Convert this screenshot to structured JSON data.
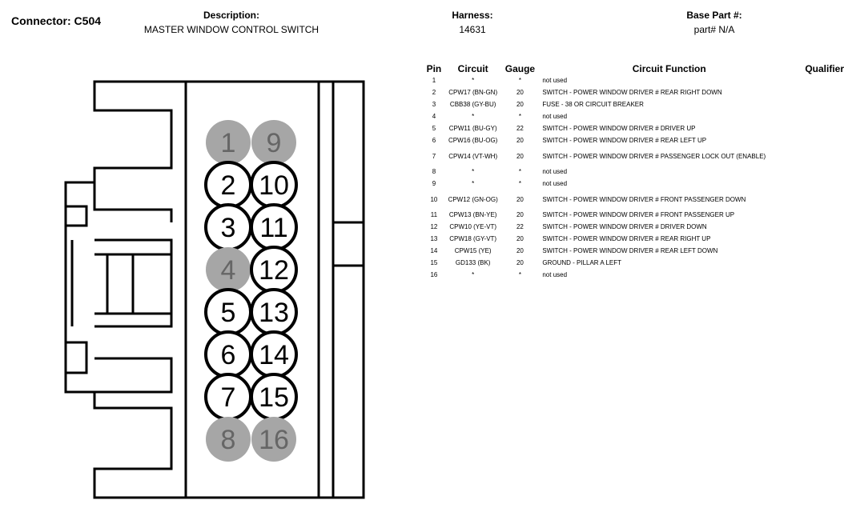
{
  "header": {
    "connector_label": "Connector: C504",
    "description_label": "Description:",
    "description_value": "MASTER WINDOW CONTROL SWITCH",
    "harness_label": "Harness:",
    "harness_value": "14631",
    "base_part_label": "Base Part #:",
    "base_part_value": "part# N/A"
  },
  "table": {
    "columns": [
      "Pin",
      "Circuit",
      "Gauge",
      "Circuit Function",
      "Qualifier"
    ],
    "rows": [
      {
        "pin": "1",
        "circuit": "*",
        "gauge": "*",
        "function": "not used"
      },
      {
        "pin": "2",
        "circuit": "CPW17 (BN-GN)",
        "gauge": "20",
        "function": "SWITCH - POWER WINDOW DRIVER # REAR RIGHT DOWN"
      },
      {
        "pin": "3",
        "circuit": "CBB38 (GY-BU)",
        "gauge": "20",
        "function": "FUSE - 38 OR CIRCUIT BREAKER"
      },
      {
        "pin": "4",
        "circuit": "*",
        "gauge": "*",
        "function": "not used"
      },
      {
        "pin": "5",
        "circuit": "CPW11 (BU-GY)",
        "gauge": "22",
        "function": "SWITCH - POWER WINDOW DRIVER # DRIVER UP"
      },
      {
        "pin": "6",
        "circuit": "CPW16 (BU-OG)",
        "gauge": "20",
        "function": "SWITCH - POWER WINDOW DRIVER # REAR LEFT UP"
      },
      {
        "pin": "7",
        "circuit": "CPW14 (VT-WH)",
        "gauge": "20",
        "function": "SWITCH - POWER WINDOW DRIVER # PASSENGER LOCK OUT (ENABLE)"
      },
      {
        "pin": "8",
        "circuit": "*",
        "gauge": "*",
        "function": "not used"
      },
      {
        "pin": "9",
        "circuit": "*",
        "gauge": "*",
        "function": "not used"
      },
      {
        "pin": "10",
        "circuit": "CPW12 (GN-OG)",
        "gauge": "20",
        "function": "SWITCH - POWER WINDOW DRIVER # FRONT PASSENGER DOWN"
      },
      {
        "pin": "11",
        "circuit": "CPW13 (BN-YE)",
        "gauge": "20",
        "function": "SWITCH - POWER WINDOW DRIVER # FRONT PASSENGER UP"
      },
      {
        "pin": "12",
        "circuit": "CPW10 (YE-VT)",
        "gauge": "22",
        "function": "SWITCH - POWER WINDOW DRIVER # DRIVER DOWN"
      },
      {
        "pin": "13",
        "circuit": "CPW18 (GY-VT)",
        "gauge": "20",
        "function": "SWITCH - POWER WINDOW DRIVER # REAR RIGHT UP"
      },
      {
        "pin": "14",
        "circuit": "CPW15 (YE)",
        "gauge": "20",
        "function": "SWITCH - POWER WINDOW DRIVER # REAR LEFT DOWN"
      },
      {
        "pin": "15",
        "circuit": "GD133 (BK)",
        "gauge": "20",
        "function": "GROUND - PILLAR A LEFT"
      },
      {
        "pin": "16",
        "circuit": "*",
        "gauge": "*",
        "function": "not used"
      }
    ]
  },
  "connector": {
    "pins": [
      {
        "num": "1",
        "used": false
      },
      {
        "num": "9",
        "used": false
      },
      {
        "num": "2",
        "used": true
      },
      {
        "num": "10",
        "used": true
      },
      {
        "num": "3",
        "used": true
      },
      {
        "num": "11",
        "used": true
      },
      {
        "num": "4",
        "used": false
      },
      {
        "num": "12",
        "used": true
      },
      {
        "num": "5",
        "used": true
      },
      {
        "num": "13",
        "used": true
      },
      {
        "num": "6",
        "used": true
      },
      {
        "num": "14",
        "used": true
      },
      {
        "num": "7",
        "used": true
      },
      {
        "num": "15",
        "used": true
      },
      {
        "num": "8",
        "used": false
      },
      {
        "num": "16",
        "used": false
      }
    ],
    "colors": {
      "unused_fill": "#a6a6a6",
      "unused_text": "#666666",
      "used_fill": "#ffffff",
      "stroke": "#000000"
    }
  }
}
